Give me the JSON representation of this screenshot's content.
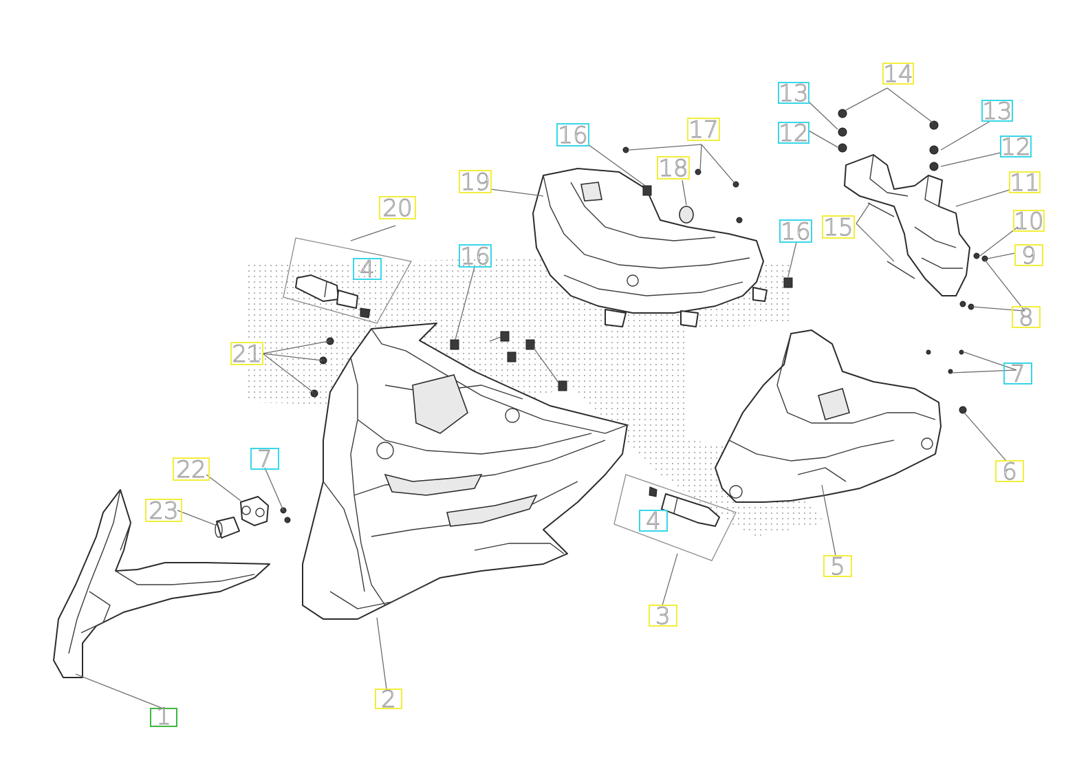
{
  "colors": {
    "yellow_box": "#f2ee3a",
    "cyan_box": "#37d6e8",
    "green_box": "#3db83d",
    "line_art": "#2b2b2b",
    "callout_text": "#9a9a9a"
  },
  "callouts": {
    "c1": "1",
    "c2": "2",
    "c3": "3",
    "c4a": "4",
    "c4b": "4",
    "c5": "5",
    "c6": "6",
    "c7a": "7",
    "c7b": "7",
    "c8": "8",
    "c9": "9",
    "c10": "10",
    "c11": "11",
    "c12a": "12",
    "c12b": "12",
    "c13a": "13",
    "c13b": "13",
    "c14": "14",
    "c15": "15",
    "c16a": "16",
    "c16b": "16",
    "c16c": "16",
    "c17": "17",
    "c18": "18",
    "c19": "19",
    "c20": "20",
    "c21": "21",
    "c22": "22",
    "c23": "23"
  }
}
